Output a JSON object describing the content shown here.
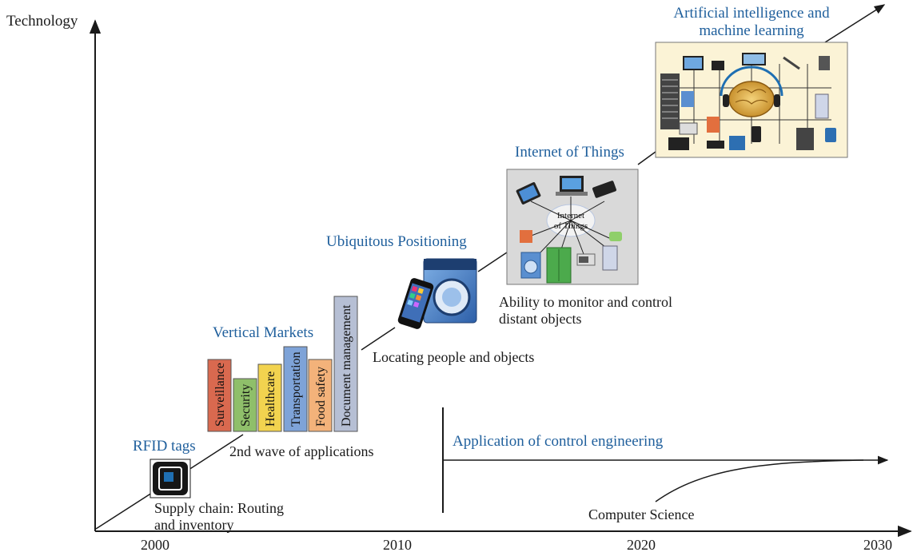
{
  "axes": {
    "y_label": "Technology",
    "x_ticks": [
      "2000",
      "2010",
      "2020",
      "2030"
    ]
  },
  "stages": {
    "rfid": {
      "title": "RFID tags",
      "caption": "Supply chain: Routing\nand inventory"
    },
    "vertical": {
      "title": "Vertical Markets",
      "caption": "2nd wave of applications",
      "bars": [
        {
          "label": "Surveillance",
          "color": "#d9694f"
        },
        {
          "label": "Security",
          "color": "#8fbf6a"
        },
        {
          "label": "Healthcare",
          "color": "#f2d34f"
        },
        {
          "label": "Transportation",
          "color": "#7ea3d8"
        },
        {
          "label": "Food safety",
          "color": "#f3b27a"
        },
        {
          "label": "Document management",
          "color": "#b6bfd4"
        }
      ]
    },
    "ubiquitous": {
      "title": "Ubiquitous Positioning",
      "caption": "Locating people and objects"
    },
    "iot": {
      "title": "Internet of Things",
      "hub_label": "Internet\nof Things",
      "caption": "Ability to monitor and control\ndistant objects"
    },
    "ai": {
      "title": "Artificial intelligence and\nmachine learning"
    }
  },
  "lower": {
    "control": "Application of control engineering",
    "cs": "Computer Science"
  },
  "colors": {
    "accent": "#1f5f9c",
    "line": "#1a1a1a",
    "iot_panel": "#d9d9d9",
    "ai_panel": "#fbf3d6"
  }
}
